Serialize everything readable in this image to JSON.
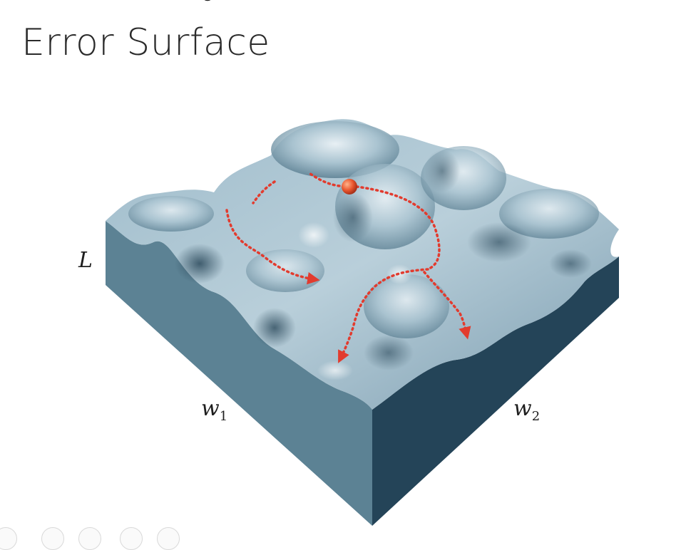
{
  "slide": {
    "title": "Error Surface"
  },
  "diagram": {
    "vertical_axis_label": "L",
    "x_axis_label": {
      "base": "w",
      "subscript": "1"
    },
    "y_axis_label": {
      "base": "w",
      "subscript": "2"
    },
    "colors": {
      "surface_light": "#dfeaf0",
      "surface_mid": "#8fb0c0",
      "surface_dark": "#3e6275",
      "left_face": "#5c8294",
      "right_face": "#244458",
      "path_arrows": "#e23b2e",
      "ball": "#e9562e"
    },
    "icons": [
      "ball-icon",
      "arrow-icon"
    ]
  },
  "toolbar": {
    "icons": [
      "prev-slide-icon",
      "pen-icon",
      "slides-icon",
      "zoom-icon",
      "more-icon"
    ]
  }
}
